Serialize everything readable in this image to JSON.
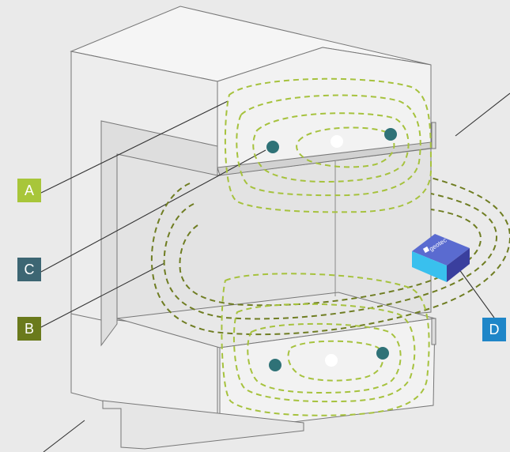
{
  "labels": {
    "a": "A",
    "b": "B",
    "c": "C",
    "d": "D"
  },
  "device_brand": "geotec",
  "colors": {
    "background": "#eaeaea",
    "label_a": "#a8c63a",
    "label_b": "#6a7a1c",
    "label_c": "#3d6673",
    "label_d": "#1f86c8",
    "contour_light": "#a6c23d",
    "contour_dark": "#6f7d22",
    "sensor_dot": "#2f7277",
    "device_top": "#5a6bd0",
    "device_side": "#3a3f9e",
    "device_front": "#39c0ee"
  }
}
